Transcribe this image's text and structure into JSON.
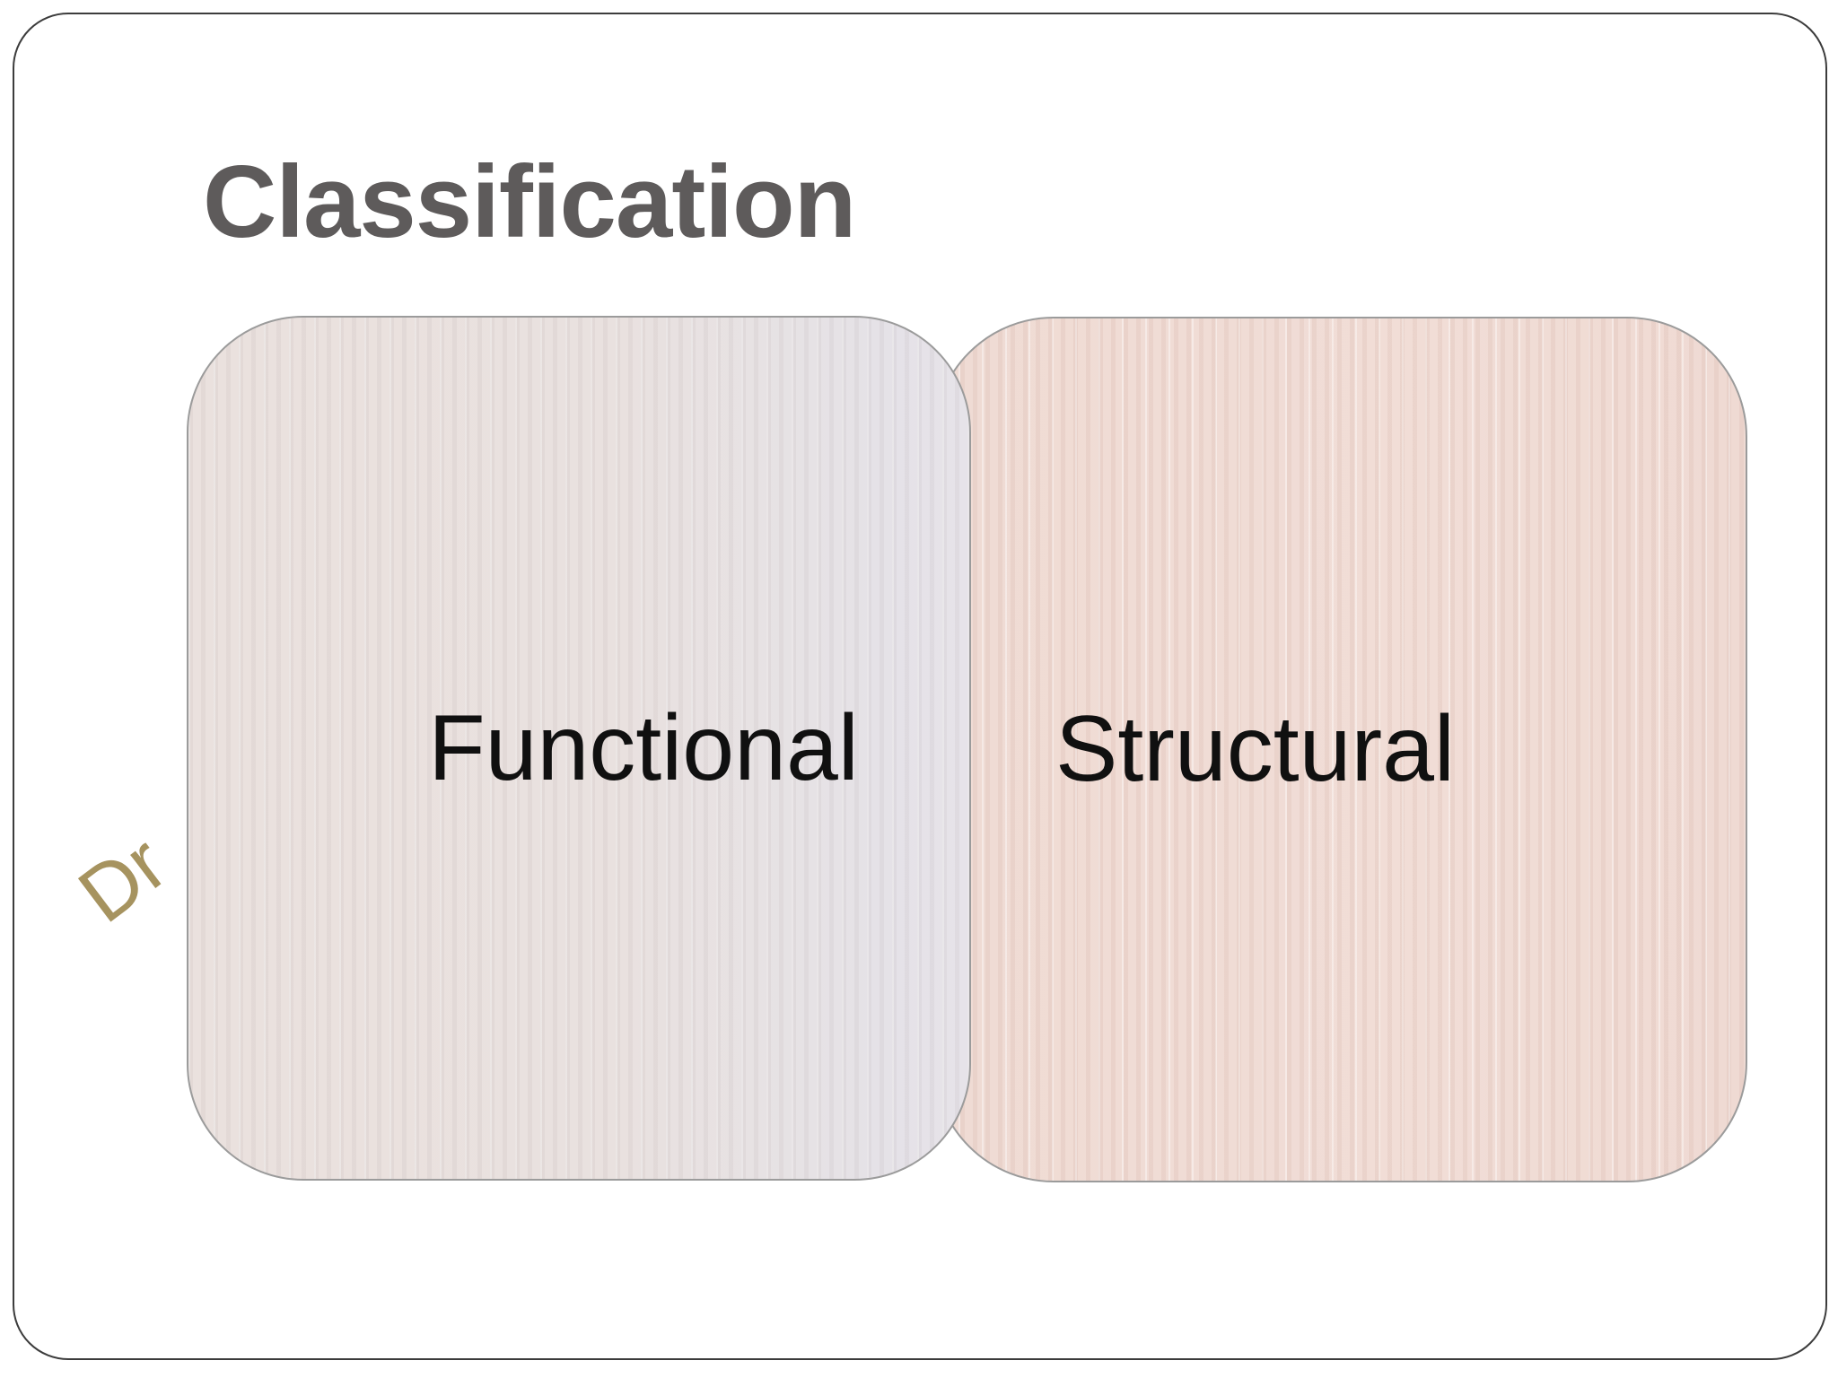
{
  "slide": {
    "title": "Classification",
    "watermark": "Dr",
    "boxes": [
      {
        "id": "functional",
        "label": "Functional"
      },
      {
        "id": "structural",
        "label": "Structural"
      }
    ]
  },
  "colors": {
    "background": "#FFFFFF",
    "title_text": "#5E5B5B",
    "watermark_text": "#A6935F",
    "frame_border": "#3C3C3C",
    "box_border": "#9B9B9B",
    "functional_fill": "#E9E1DF",
    "functional_fill_edge": "#E6E3E9",
    "structural_fill": "#F1DDD6",
    "label_text": "#101010"
  }
}
